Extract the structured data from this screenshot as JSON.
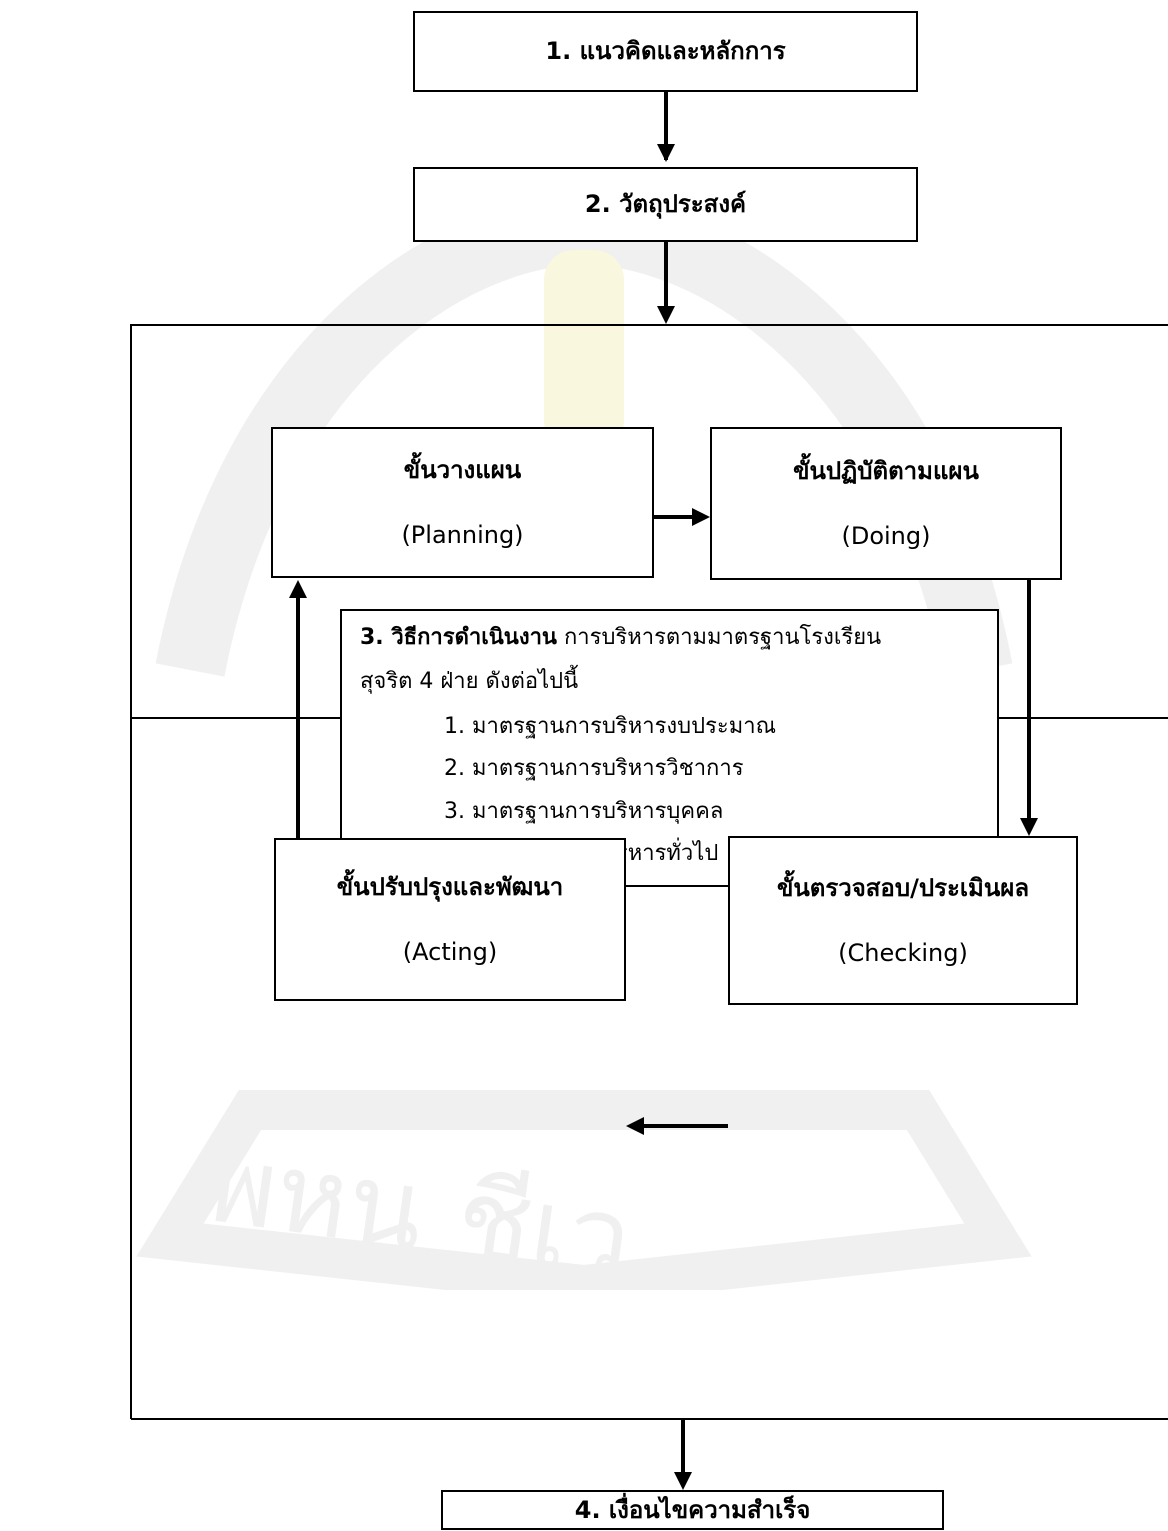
{
  "diagram": {
    "box1": "1. แนวคิดและหลักการ",
    "box2": "2. วัตถุประสงค์",
    "planning": {
      "title": "ขั้นวางแผน",
      "sub": "(Planning)"
    },
    "doing": {
      "title": "ขั้นปฏิบัติตามแผน",
      "sub": "(Doing)"
    },
    "acting": {
      "title": "ขั้นปรับปรุงและพัฒนา",
      "sub": "(Acting)"
    },
    "checking": {
      "title": "ขั้นตรวจสอบ/ประเมินผล",
      "sub": "(Checking)"
    },
    "method": {
      "heading": "3. วิธีการดำเนินงาน",
      "intro_rest": " การบริหารตามมาตรฐานโรงเรียน",
      "intro_line2": "สุจริต 4 ฝ่าย ดังต่อไปนี้",
      "items": [
        "1. มาตรฐานการบริหารงบประมาณ",
        "2. มาตรฐานการบริหารวิชาการ",
        "3. มาตรฐานการบริหารบุคคล",
        "4. มาตรฐานการบริหารทั่วไป"
      ]
    },
    "box4": "4. เงื่อนไขความสำเร็จ",
    "watermark": "พหูน ชีเว"
  }
}
